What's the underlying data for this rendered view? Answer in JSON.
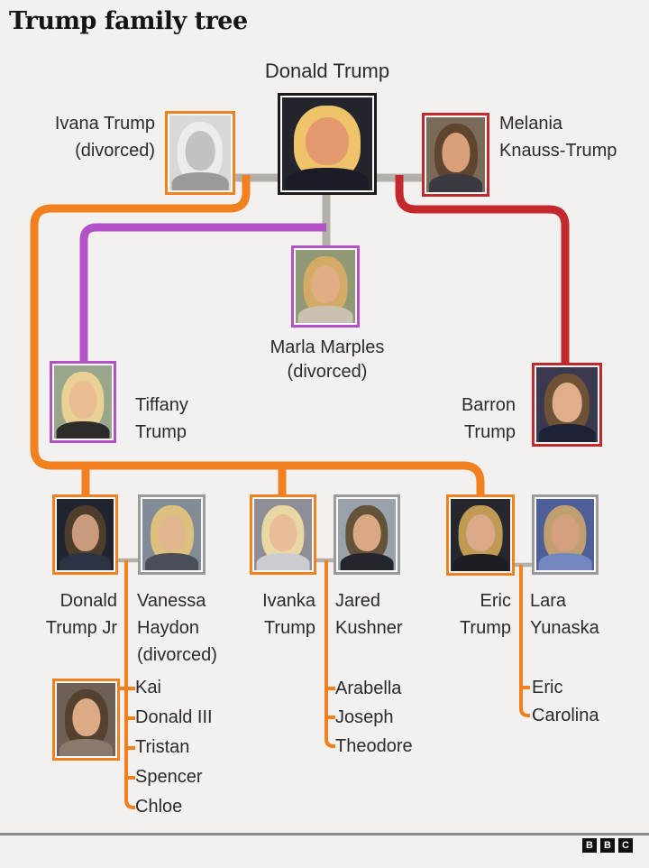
{
  "title": "Trump family tree",
  "colors": {
    "bg": "#f3f1ef",
    "text": "#2b2b2b",
    "orange": "#f2801e",
    "red": "#c5282c",
    "purple": "#b351c6",
    "linegray": "#b3afab",
    "bordergray": "#9b9b9b",
    "black": "#1a1a1a"
  },
  "people": {
    "donald": {
      "lines": [
        "Donald Trump"
      ]
    },
    "ivana": {
      "lines": [
        "Ivana Trump",
        "(divorced)"
      ]
    },
    "melania": {
      "lines": [
        "Melania",
        "Knauss-Trump"
      ]
    },
    "marla": {
      "lines": [
        "Marla Marples",
        "(divorced)"
      ]
    },
    "tiffany": {
      "lines": [
        "Tiffany",
        "Trump"
      ]
    },
    "barron": {
      "lines": [
        "Barron",
        "Trump"
      ]
    },
    "don_jr": {
      "lines": [
        "Donald",
        "Trump Jr"
      ]
    },
    "vanessa": {
      "lines": [
        "Vanessa",
        "Haydon",
        "(divorced)"
      ]
    },
    "ivanka": {
      "lines": [
        "Ivanka",
        "Trump"
      ]
    },
    "jared": {
      "lines": [
        "Jared",
        "Kushner"
      ]
    },
    "eric": {
      "lines": [
        "Eric",
        "Trump"
      ]
    },
    "lara": {
      "lines": [
        "Lara",
        "Yunaska"
      ]
    }
  },
  "children": {
    "don_jr": [
      "Kai",
      "Donald III",
      "Tristan",
      "Spencer",
      "Chloe"
    ],
    "ivanka": [
      "Arabella",
      "Joseph",
      "Theodore"
    ],
    "eric": [
      "Eric",
      "Carolina"
    ]
  },
  "footer": {
    "logo": [
      "B",
      "B",
      "C"
    ]
  }
}
